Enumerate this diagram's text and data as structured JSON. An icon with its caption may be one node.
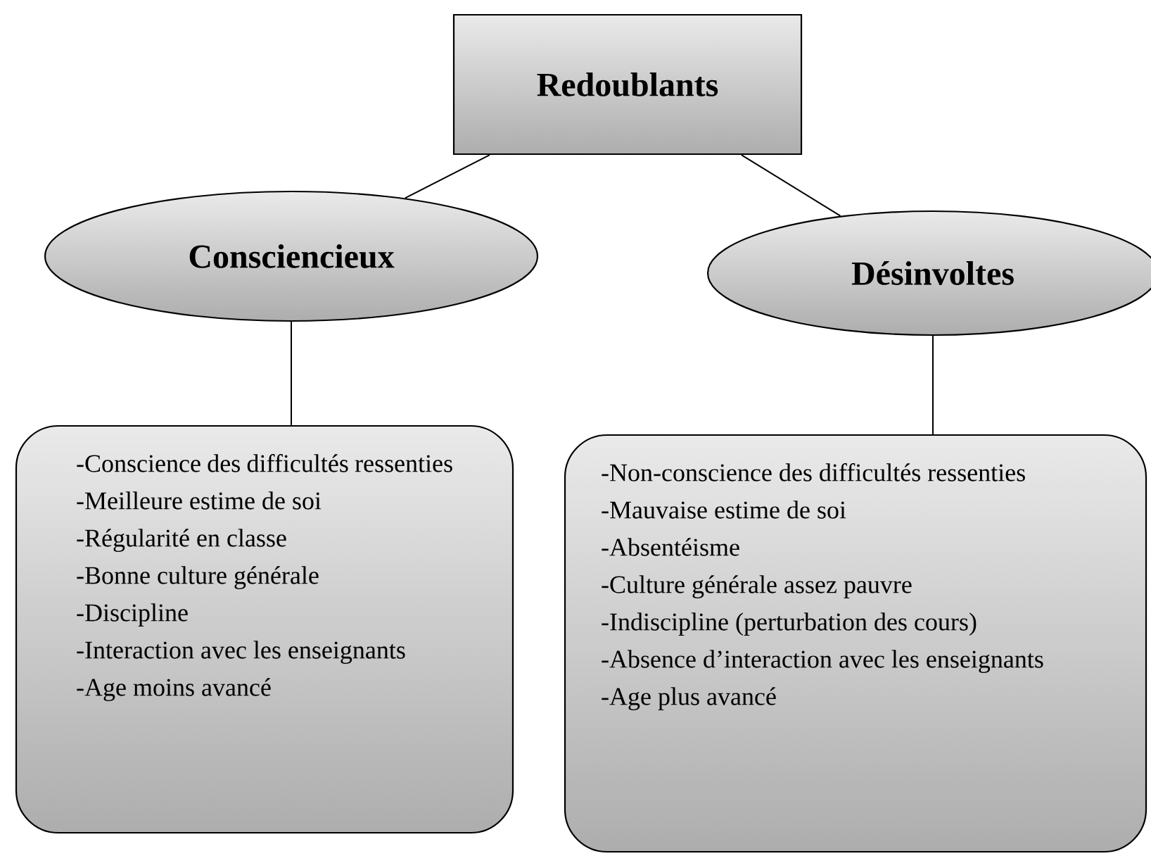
{
  "diagram": {
    "nodes": [
      {
        "text": [
          "Redoublants"
        ]
      },
      {
        "text": [
          "Consciencieux"
        ]
      },
      {
        "text": [
          "Désinvoltes"
        ]
      },
      {
        "text": [
          "-Conscience des difficultés ressenties",
          "-Meilleure estime de soi",
          "-Régularité en classe",
          "-Bonne culture générale",
          "-Discipline",
          "-Interaction avec les enseignants",
          "-Age moins avancé"
        ]
      },
      {
        "text": [
          "-Non-conscience des difficultés ressenties",
          "-Mauvaise estime de soi",
          "-Absentéisme",
          "-Culture générale assez pauvre",
          "-Indiscipline (perturbation  des cours)",
          "-Absence d’interaction avec les enseignants",
          "-Age plus avancé"
        ]
      }
    ],
    "edges": [
      {
        "from": 0,
        "to": 1,
        "arrow": "none"
      },
      {
        "from": 0,
        "to": 2,
        "arrow": "none"
      },
      {
        "from": 1,
        "to": 3,
        "arrow": "none"
      },
      {
        "from": 2,
        "to": 4,
        "arrow": "none"
      }
    ]
  }
}
